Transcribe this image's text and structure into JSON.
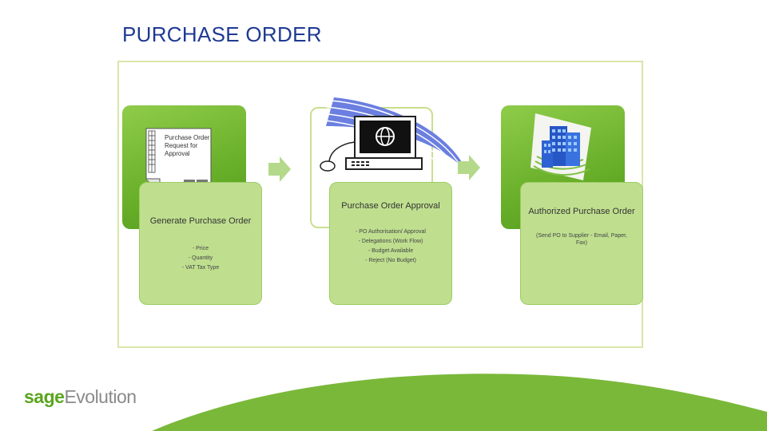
{
  "header": {
    "title": "PURCHASE ORDER"
  },
  "document": {
    "text": "Purchase Order Request for Approval"
  },
  "steps": [
    {
      "title": "Generate Purchase Order",
      "items": [
        "- Price",
        "- Quantity",
        "- VAT Tax Type"
      ]
    },
    {
      "title": "Purchase Order Approval",
      "items": [
        "- PO Authorisation/ Approval",
        "- Delegations (Work Flow)",
        "- Budget Available",
        "- Reject (No Budget)"
      ]
    },
    {
      "title": "Authorized Purchase Order",
      "items": [
        "(Send PO to Supplier - Email, Paper, Fax)"
      ]
    }
  ],
  "brand": {
    "primary": "sage",
    "secondary": "Evolution"
  },
  "colors": {
    "title": "#1f3a93",
    "tile_green": "#6bb12b",
    "card_green": "#bfdf8f",
    "frame": "#d9e6a9",
    "hill_green": "#7ab83a",
    "brand_green": "#5aa51e"
  },
  "icons": [
    "document-icon",
    "computer-icon",
    "building-icon",
    "arrow-right-icon"
  ]
}
